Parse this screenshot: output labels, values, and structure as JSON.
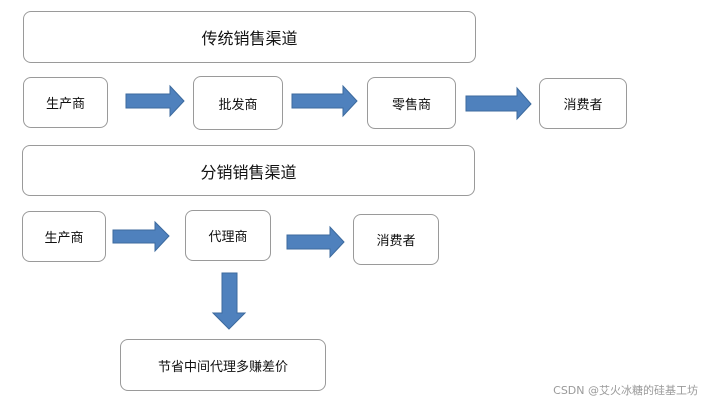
{
  "traditional": {
    "header": "传统销售渠道",
    "nodes": [
      "生产商",
      "批发商",
      "零售商",
      "消费者"
    ]
  },
  "distribution": {
    "header": "分销销售渠道",
    "nodes": [
      "生产商",
      "代理商",
      "消费者"
    ],
    "note": "节省中间代理多赚差价"
  },
  "arrow_color": "#4f81bd",
  "watermark": "CSDN @艾火冰糖的硅基工坊"
}
